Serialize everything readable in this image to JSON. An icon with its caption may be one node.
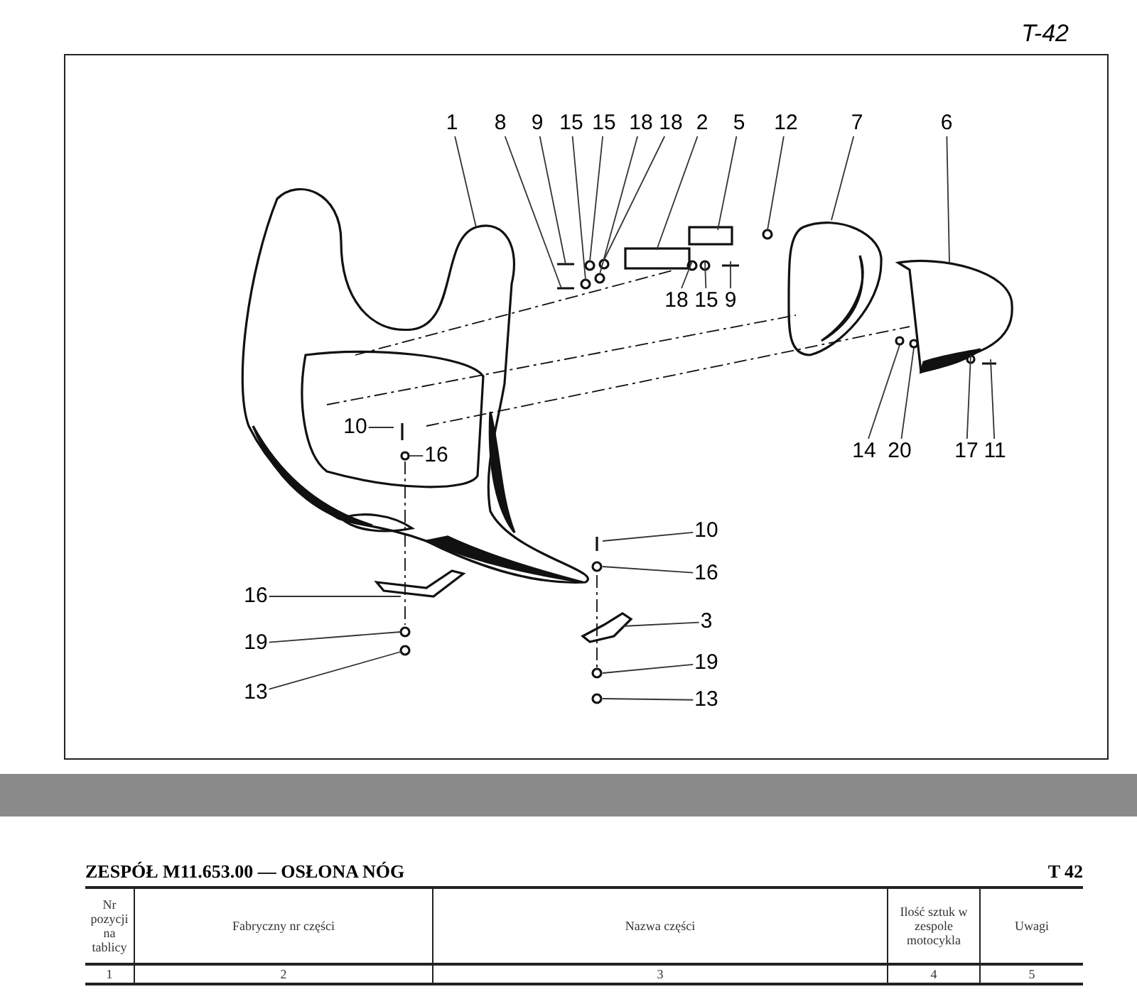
{
  "diagram": {
    "nodes": [
      {
        "text": [
          "1"
        ]
      },
      {
        "text": [
          "8"
        ]
      },
      {
        "text": [
          "9"
        ]
      },
      {
        "text": [
          "15"
        ]
      },
      {
        "text": [
          "15"
        ]
      },
      {
        "text": [
          "18"
        ]
      },
      {
        "text": [
          "18"
        ]
      },
      {
        "text": [
          "2"
        ]
      },
      {
        "text": [
          "5"
        ]
      },
      {
        "text": [
          "12"
        ]
      },
      {
        "text": [
          "7"
        ]
      },
      {
        "text": [
          "6"
        ]
      },
      {
        "text": [
          "18"
        ]
      },
      {
        "text": [
          "15"
        ]
      },
      {
        "text": [
          "9"
        ]
      },
      {
        "text": [
          "14"
        ]
      },
      {
        "text": [
          "20"
        ]
      },
      {
        "text": [
          "17"
        ]
      },
      {
        "text": [
          "11"
        ]
      },
      {
        "text": [
          "10"
        ]
      },
      {
        "text": [
          "16"
        ]
      },
      {
        "text": [
          "16"
        ]
      },
      {
        "text": [
          "19"
        ]
      },
      {
        "text": [
          "13"
        ]
      },
      {
        "text": [
          "10"
        ]
      },
      {
        "text": [
          "16"
        ]
      },
      {
        "text": [
          "3"
        ]
      },
      {
        "text": [
          "19"
        ]
      },
      {
        "text": [
          "13"
        ]
      }
    ],
    "edges": [
      {
        "from": 0,
        "to": null,
        "arrow": "none"
      },
      {
        "from": 1,
        "to": null,
        "arrow": "none"
      },
      {
        "from": 2,
        "to": null,
        "arrow": "none"
      },
      {
        "from": 3,
        "to": null,
        "arrow": "none"
      },
      {
        "from": 4,
        "to": null,
        "arrow": "none"
      },
      {
        "from": 5,
        "to": null,
        "arrow": "none"
      },
      {
        "from": 6,
        "to": null,
        "arrow": "none"
      },
      {
        "from": 7,
        "to": null,
        "arrow": "none"
      },
      {
        "from": 8,
        "to": null,
        "arrow": "none"
      },
      {
        "from": 9,
        "to": null,
        "arrow": "none"
      },
      {
        "from": 10,
        "to": null,
        "arrow": "none"
      },
      {
        "from": 11,
        "to": null,
        "arrow": "none"
      },
      {
        "from": 12,
        "to": null,
        "arrow": "none"
      },
      {
        "from": 13,
        "to": null,
        "arrow": "none"
      },
      {
        "from": 14,
        "to": null,
        "arrow": "none"
      },
      {
        "from": 15,
        "to": null,
        "arrow": "none"
      },
      {
        "from": 16,
        "to": null,
        "arrow": "none"
      },
      {
        "from": 17,
        "to": null,
        "arrow": "none"
      },
      {
        "from": 18,
        "to": null,
        "arrow": "none"
      },
      {
        "from": 19,
        "to": null,
        "arrow": "none"
      },
      {
        "from": 20,
        "to": null,
        "arrow": "none"
      },
      {
        "from": 21,
        "to": null,
        "arrow": "none"
      },
      {
        "from": 22,
        "to": null,
        "arrow": "none"
      },
      {
        "from": 23,
        "to": null,
        "arrow": "none"
      },
      {
        "from": 24,
        "to": null,
        "arrow": "none"
      },
      {
        "from": 25,
        "to": null,
        "arrow": "none"
      },
      {
        "from": 26,
        "to": null,
        "arrow": "none"
      },
      {
        "from": 27,
        "to": null,
        "arrow": "none"
      },
      {
        "from": 28,
        "to": null,
        "arrow": "none"
      }
    ],
    "labels": [
      "T-42",
      "ZESPÓŁ M11.653.00 — OSŁONA NÓG",
      "T 42",
      "Nr pozycji na tablicy",
      "Fabryczny nr części",
      "Nazwa części",
      "Ilość sztuk w zespole motocykla",
      "Uwagi",
      "1",
      "2",
      "3",
      "4",
      "5"
    ]
  }
}
